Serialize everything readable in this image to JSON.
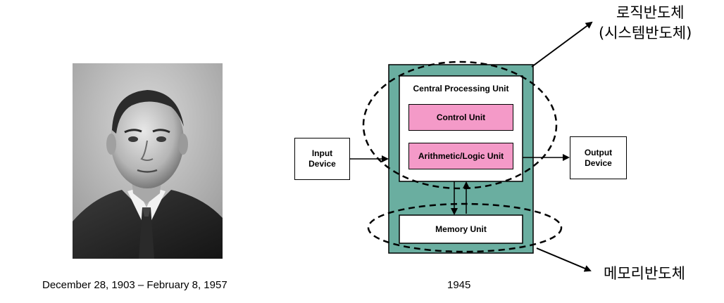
{
  "portrait": {
    "caption": "December 28, 1903 – February 8, 1957"
  },
  "diagram": {
    "year": "1945",
    "input_device": "Input\nDevice",
    "output_device": "Output\nDevice",
    "cpu_title": "Central Processing Unit",
    "control_unit": "Control Unit",
    "alu": "Arithmetic/Logic Unit",
    "memory_unit": "Memory Unit",
    "logic_label_1": "로직반도체",
    "logic_label_2": "(시스템반도체)",
    "memory_label": "메모리반도체",
    "colors": {
      "teal": "#6aaea0",
      "pink": "#f49ac8"
    }
  }
}
